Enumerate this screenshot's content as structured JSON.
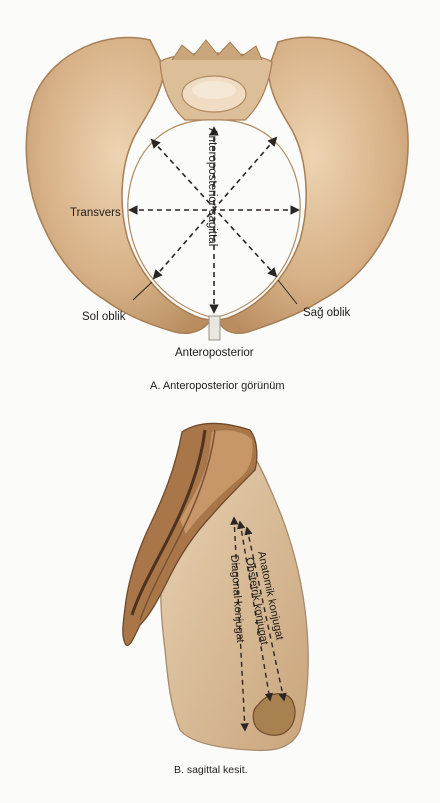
{
  "figure_a": {
    "labels": {
      "anteroposterior_sagittal": "Anteroposterior sagittal",
      "transverse": "Transvers",
      "left_oblique": "Sol oblik",
      "right_oblique": "Sağ oblik",
      "anteroposterior": "Anteroposterior"
    },
    "caption": "A. Anteroposterior görünüm"
  },
  "figure_b": {
    "labels": {
      "anatomic_conjugate": "Anatomik konjugat",
      "obstetric_conjugate": "Obstetrik konjugat",
      "diagonal_conjugate": "Diagonal konjugat"
    },
    "caption": "B. sagittal kesit."
  },
  "colors": {
    "bone": "#d7b187",
    "bone_dark": "#b98d60",
    "bone_light": "#efdcc3",
    "sacrum": "#9f6d43",
    "spine_line": "#5a3a22",
    "arrow": "#2a2622",
    "text": "#1f1d1b",
    "background": "#fbfbfa"
  }
}
